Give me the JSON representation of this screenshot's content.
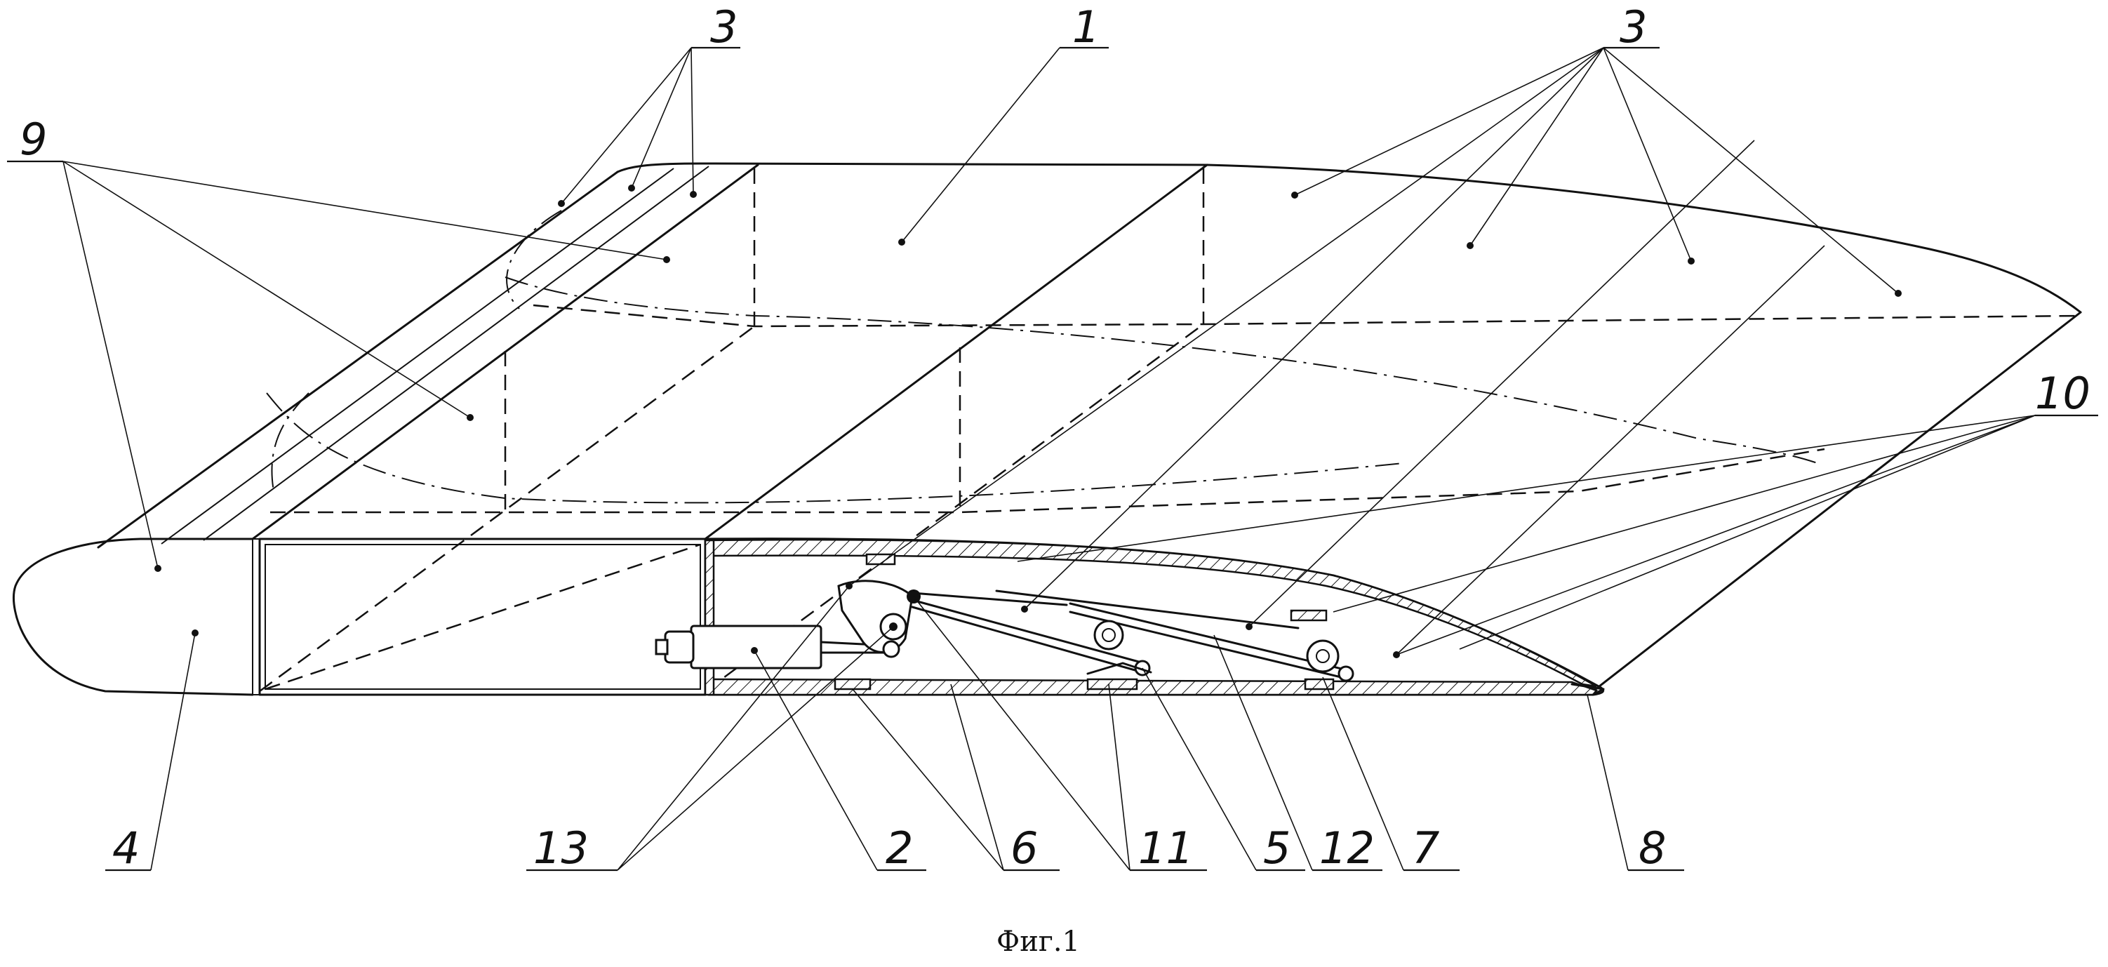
{
  "figure": {
    "caption": "Фиг.1",
    "callouts": [
      {
        "id": "c1",
        "text": "1"
      },
      {
        "id": "c2",
        "text": "2"
      },
      {
        "id": "c3a",
        "text": "3"
      },
      {
        "id": "c3b",
        "text": "3"
      },
      {
        "id": "c4",
        "text": "4"
      },
      {
        "id": "c5",
        "text": "5"
      },
      {
        "id": "c6",
        "text": "6"
      },
      {
        "id": "c7",
        "text": "7"
      },
      {
        "id": "c8",
        "text": "8"
      },
      {
        "id": "c9",
        "text": "9"
      },
      {
        "id": "c10",
        "text": "10"
      },
      {
        "id": "c11",
        "text": "11"
      },
      {
        "id": "c12",
        "text": "12"
      },
      {
        "id": "c13",
        "text": "13"
      }
    ]
  }
}
